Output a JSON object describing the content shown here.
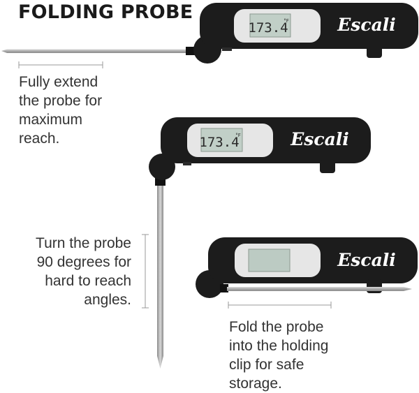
{
  "title": "FOLDING PROBE",
  "brand": "Escali",
  "display_reading": "173.4",
  "display_unit": "°F",
  "captions": {
    "extend": [
      "Fully extend",
      "the probe for",
      "maximum",
      "reach."
    ],
    "turn": [
      "Turn the probe",
      "90 degrees for",
      "hard to reach",
      "angles."
    ],
    "fold": [
      "Fold the probe",
      "into the holding",
      "clip for safe",
      "storage."
    ]
  },
  "colors": {
    "body": "#1c1c1c",
    "panel": "#e4e4e4",
    "lcd": "#bfcfc6",
    "probe": "#b9b9b9",
    "guide": "#999999"
  }
}
